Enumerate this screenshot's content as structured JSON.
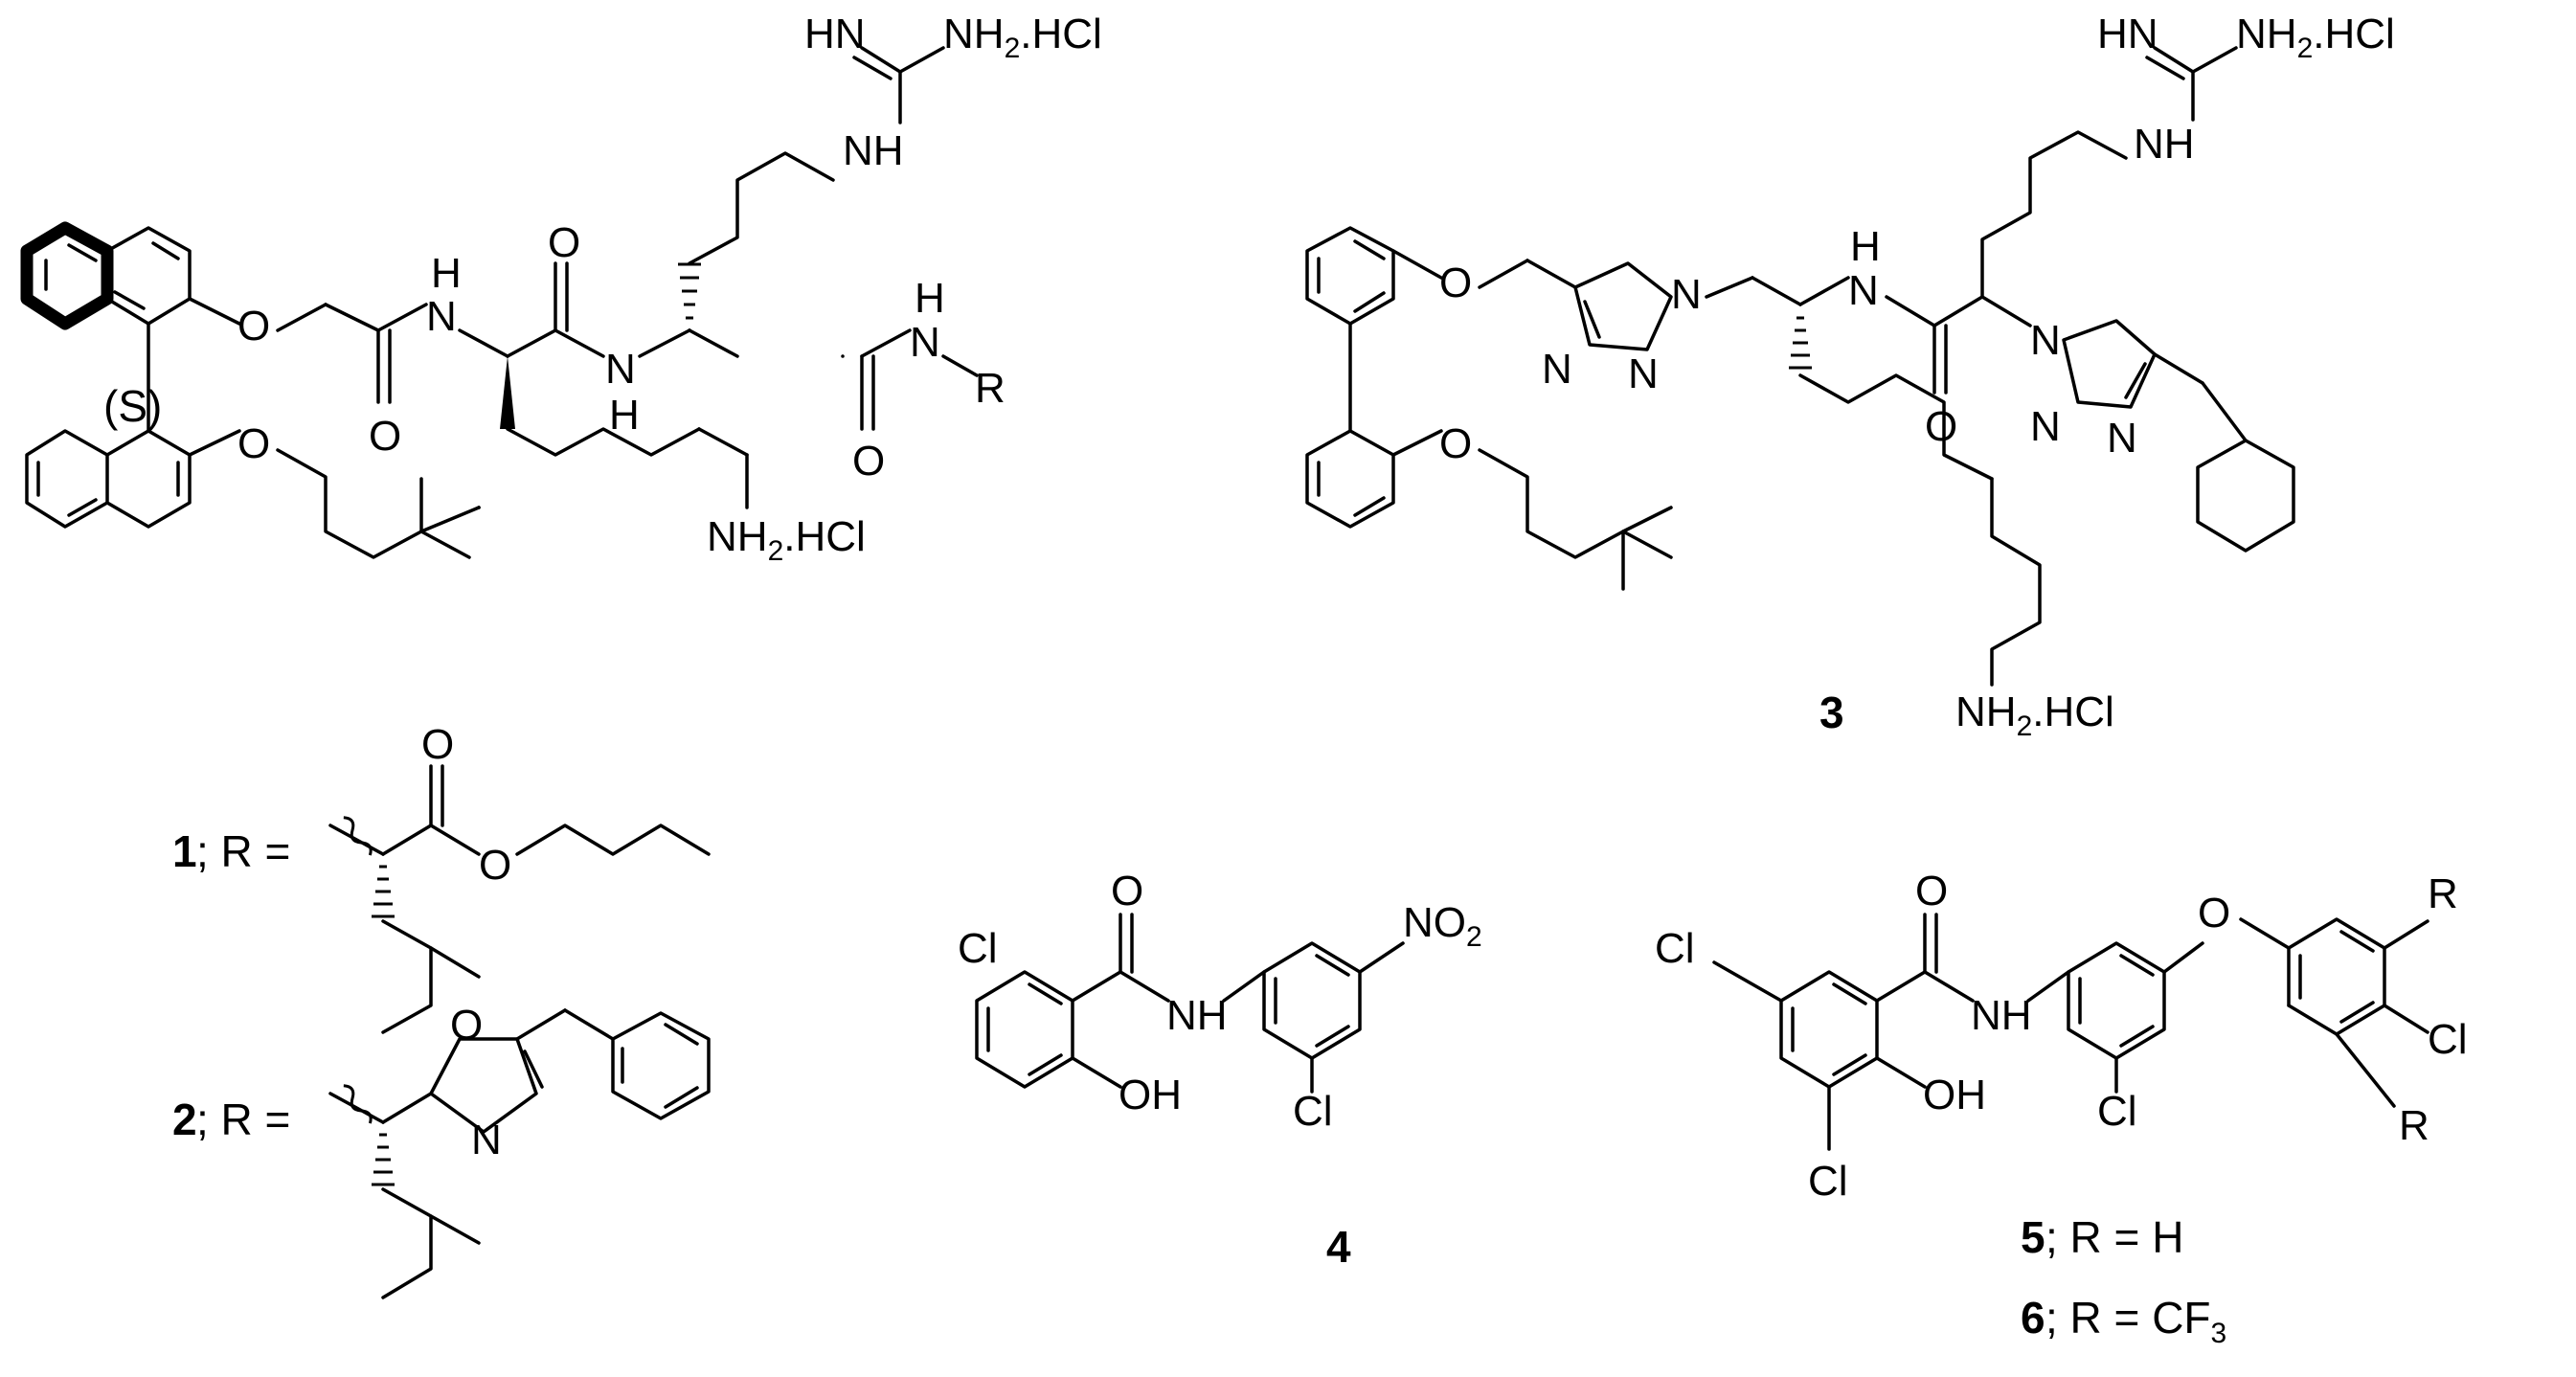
{
  "salt_hcl": "NH2.HCl",
  "guan": {
    "hn": "HN",
    "nh2": "NH",
    "sub2": "2",
    "salt": ".HCl",
    "nh": "NH"
  },
  "amine": {
    "nh": "NH",
    "sub2": "2",
    "salt": ".HCl"
  },
  "stereo_s": "(S)",
  "compound1": {
    "number": "1",
    "label": "; R ="
  },
  "compound2": {
    "number": "2",
    "label": "; R ="
  },
  "compound3": {
    "number": "3"
  },
  "compound4": {
    "number": "4",
    "no2": "NO",
    "no2_sub": "2"
  },
  "compound5": {
    "number": "5",
    "label": "; R = H"
  },
  "compound6": {
    "number": "6",
    "label": "; R = CF",
    "sub": "3"
  },
  "atoms": {
    "O": "O",
    "N": "N",
    "H": "H",
    "NH": "NH",
    "HN": "HN",
    "R": "R",
    "Cl": "Cl",
    "OH": "OH"
  }
}
